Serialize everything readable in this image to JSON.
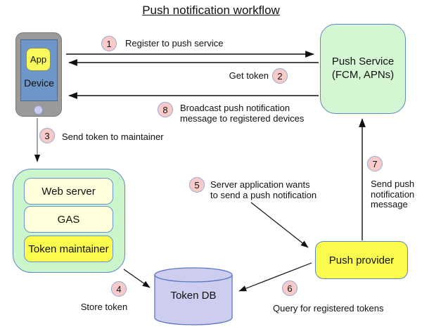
{
  "title": "Push notification workflow",
  "device": {
    "app_label": "App",
    "device_label": "Device"
  },
  "push_service": {
    "label": "Push Service\n(FCM, APNs)"
  },
  "server_stack": {
    "items": [
      "Web server",
      "GAS",
      "Token maintainer"
    ]
  },
  "token_db": {
    "label": "Token DB"
  },
  "push_provider": {
    "label": "Push provider"
  },
  "steps": [
    {
      "num": "1",
      "label": "Register to push service"
    },
    {
      "num": "2",
      "label": "Get token"
    },
    {
      "num": "3",
      "label": "Send token to maintainer"
    },
    {
      "num": "4",
      "label": "Store token"
    },
    {
      "num": "5",
      "label": "Server application wants\nto send a push notification"
    },
    {
      "num": "6",
      "label": "Query for registered tokens"
    },
    {
      "num": "7",
      "label": "Send push\nnotification\nmessage"
    },
    {
      "num": "8",
      "label": "Broadcast push notification\nmessage to registered devices"
    }
  ],
  "colors": {
    "node_border_blue": "#5e88c0",
    "green_fill": "#cdf6cd",
    "cream_fill": "#ffffdb",
    "yellow_fill": "#fbfb4d",
    "db_lavender_fill": "#cdcdf0",
    "step_circle_pink": "#f9caca",
    "phone_gray": "#9a9a9a",
    "screen_blue": "#6d96c9",
    "arrow_black": "#111111"
  }
}
